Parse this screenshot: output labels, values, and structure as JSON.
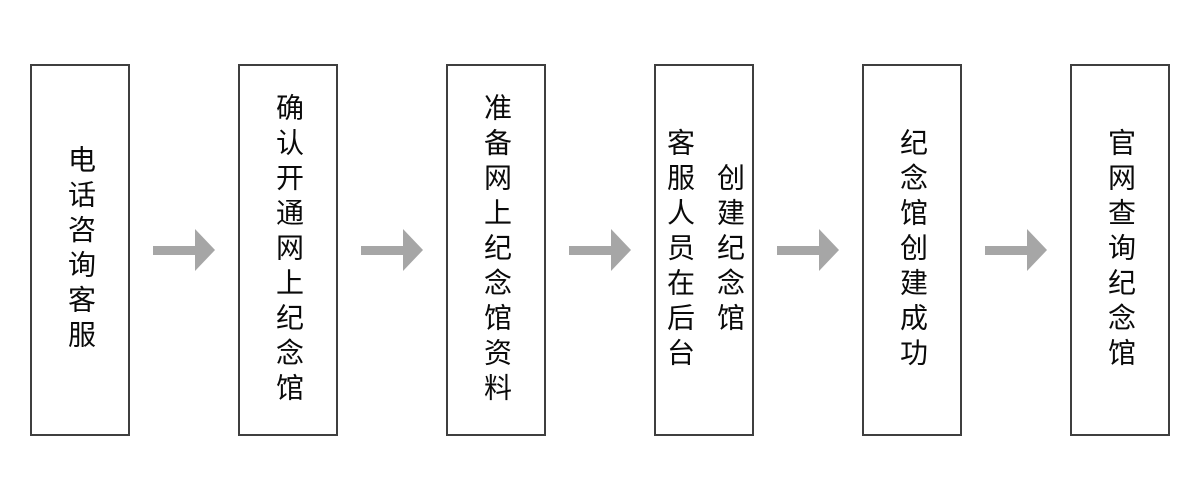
{
  "flowchart": {
    "steps": [
      {
        "text": "电话咨询客服"
      },
      {
        "text": "确认开通网上纪念馆"
      },
      {
        "text": "准备网上纪念馆资料"
      },
      {
        "text": "客服人员在后台\n创建纪念馆"
      },
      {
        "text": "纪念馆创建成功"
      },
      {
        "text": "官网查询纪念馆"
      }
    ],
    "colors": {
      "box-border": "#3f3f3f",
      "text": "#0a0a0a",
      "arrow": "#a6a6a6",
      "background": "#ffffff"
    }
  }
}
